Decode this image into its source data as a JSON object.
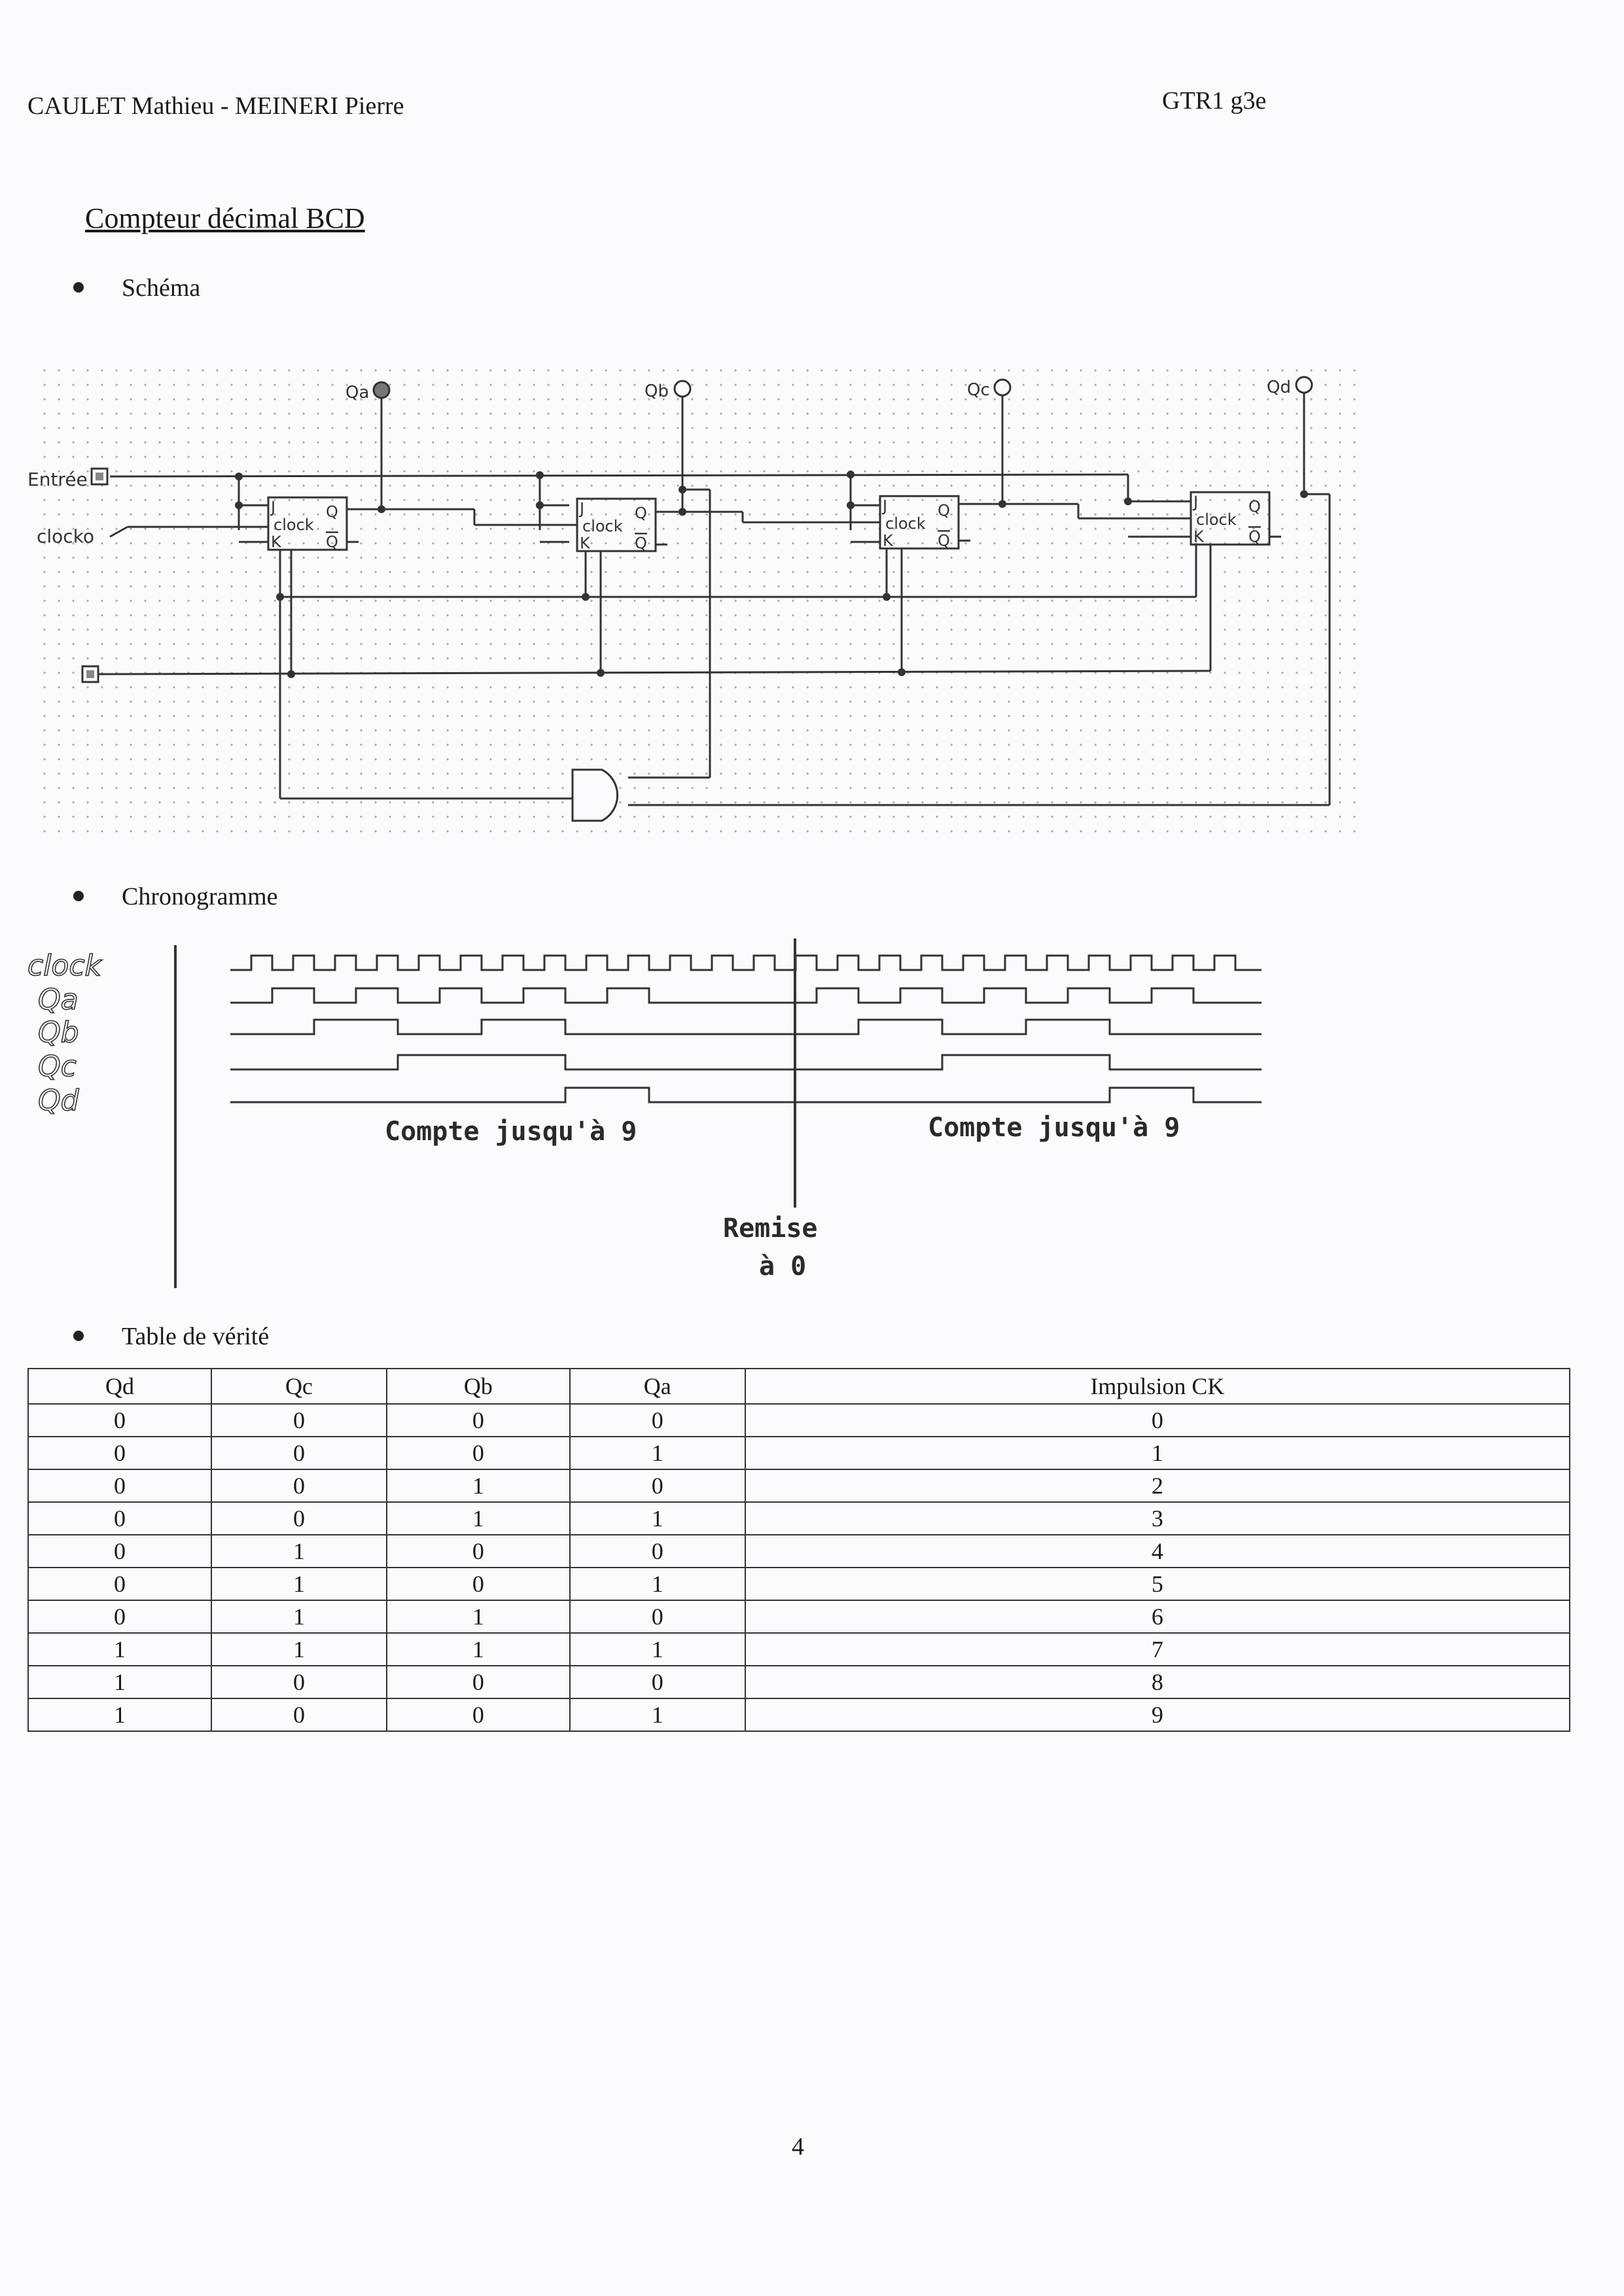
{
  "header": {
    "authors": "CAULET Mathieu - MEINERI Pierre",
    "group": "GTR1 g3e"
  },
  "title": "Compteur décimal BCD",
  "sections": {
    "schema": "Schéma",
    "chronogramme": "Chronogramme",
    "table": "Table de vérité"
  },
  "schematic": {
    "outputs": [
      "Qa",
      "Qb",
      "Qc",
      "Qd"
    ],
    "inputs": {
      "entree": "Entrée",
      "clock": "clocko"
    },
    "flipflop": {
      "j": "J",
      "k": "K",
      "clock": "clock",
      "q": "Q",
      "qbar": "Q"
    }
  },
  "chronogram": {
    "signals": [
      "clock",
      "Qa",
      "Qb",
      "Qc",
      "Qd"
    ],
    "count_label_1": "Compte jusqu'à 9",
    "count_label_2": "Compte jusqu'à 9",
    "reset_line1": "Remise",
    "reset_line2": "à 0"
  },
  "truth_table": {
    "headers": [
      "Qd",
      "Qc",
      "Qb",
      "Qa",
      "Impulsion CK"
    ],
    "rows": [
      [
        "0",
        "0",
        "0",
        "0",
        "0"
      ],
      [
        "0",
        "0",
        "0",
        "1",
        "1"
      ],
      [
        "0",
        "0",
        "1",
        "0",
        "2"
      ],
      [
        "0",
        "0",
        "1",
        "1",
        "3"
      ],
      [
        "0",
        "1",
        "0",
        "0",
        "4"
      ],
      [
        "0",
        "1",
        "0",
        "1",
        "5"
      ],
      [
        "0",
        "1",
        "1",
        "0",
        "6"
      ],
      [
        "1",
        "1",
        "1",
        "1",
        "7"
      ],
      [
        "1",
        "0",
        "0",
        "0",
        "8"
      ],
      [
        "1",
        "0",
        "0",
        "1",
        "9"
      ]
    ]
  },
  "page_number": "4"
}
